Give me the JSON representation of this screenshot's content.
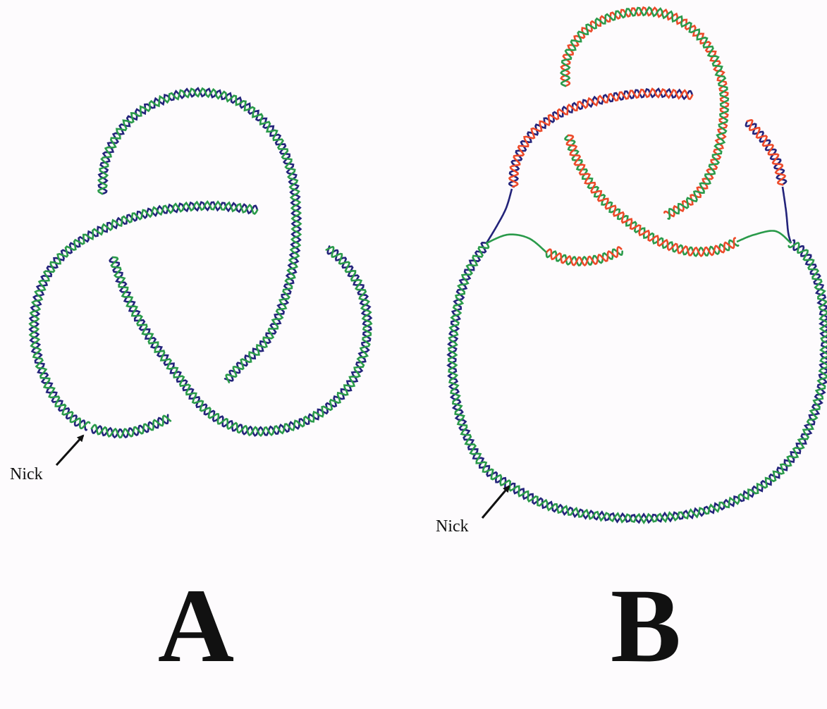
{
  "colors": {
    "strand_blue": "#23237a",
    "strand_green": "#2a9a4a",
    "strand_red": "#ec4a2a",
    "background": "#fdfbfd",
    "text": "#111111"
  },
  "panel_a": {
    "label": "A",
    "nick_label": "Nick"
  },
  "panel_b": {
    "label": "B",
    "nick_label": "Nick"
  }
}
